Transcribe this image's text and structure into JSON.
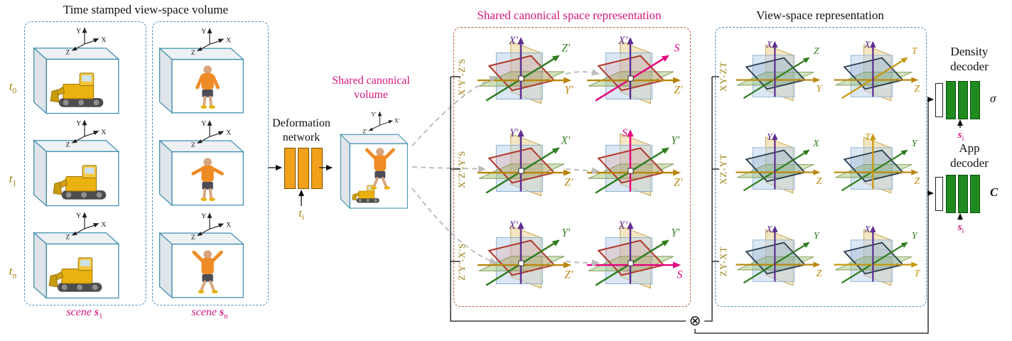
{
  "figure": {
    "left": {
      "title": "Time stamped view-space volume",
      "times": [
        {
          "base": "t",
          "sub": "0"
        },
        {
          "base": "t",
          "sub": "1"
        },
        {
          "base": "t",
          "sub": "n"
        }
      ],
      "scenes": [
        {
          "prefix": "scene",
          "var": "s",
          "sub": "1"
        },
        {
          "prefix": "scene",
          "var": "s",
          "sub": "n"
        }
      ],
      "axis": {
        "x": "X",
        "y": "Y",
        "z": "Z"
      }
    },
    "deformation": {
      "line1": "Deformation",
      "line2": "network",
      "t": {
        "base": "t",
        "sub": "i"
      }
    },
    "canonical_volume": {
      "line1": "Shared canonical",
      "line2": "volume",
      "axis": {
        "x": "X'",
        "y": "Y'",
        "z": "Z'"
      }
    },
    "canonical_rep": {
      "title": "Shared canonical space representation",
      "rows": [
        {
          "label": "X'Y'-Z'S",
          "cells": [
            {
              "up": "X'",
              "diag": "Z'",
              "right": "Y'"
            },
            {
              "up": "X'",
              "diag": "S",
              "right": "Z'"
            }
          ]
        },
        {
          "label": "X'Z'-Y'S",
          "cells": [
            {
              "up": "Y'",
              "diag": "X'",
              "right": "Z'"
            },
            {
              "up": "S",
              "diag": "Y'",
              "right": "Z'"
            }
          ]
        },
        {
          "label": "Z'Y'-X'S",
          "cells": [
            {
              "up": "X'",
              "diag": "Y'",
              "right": "Z'"
            },
            {
              "up": "X'",
              "diag": "Y'",
              "right": "S"
            }
          ]
        }
      ]
    },
    "view_rep": {
      "title": "View-space representation",
      "rows": [
        {
          "label": "XY-ZT",
          "cells": [
            {
              "up": "X",
              "diag": "Z",
              "right": "Y"
            },
            {
              "up": "X",
              "diag": "T",
              "right": "Z"
            }
          ]
        },
        {
          "label": "XZ-YT",
          "cells": [
            {
              "up": "Y",
              "diag": "X",
              "right": "Z"
            },
            {
              "up": "T",
              "diag": "Y",
              "right": "Z"
            }
          ]
        },
        {
          "label": "ZY-XT",
          "cells": [
            {
              "up": "X",
              "diag": "Y",
              "right": "Z"
            },
            {
              "up": "X",
              "diag": "Y",
              "right": "T"
            }
          ]
        }
      ]
    },
    "decoders": {
      "density": {
        "line1": "Density",
        "line2": "decoder",
        "output": "σ"
      },
      "app": {
        "line1": "App",
        "line2": "decoder",
        "output": "C"
      },
      "cond": {
        "base": "s",
        "sub": "i"
      }
    },
    "operator": "⊗",
    "colors": {
      "heading_accent": "#d6187f",
      "time_label": "#a08408",
      "deformation_block": "#f2a11c",
      "decoder_block": "#1f8b1f",
      "axis_up": "#5e2d91",
      "axis_green": "#2e7d1f",
      "axis_olive": "#b8860b",
      "axis_s": "#e6007e",
      "axis_t": "#c8960c",
      "canonical_plane_stroke": "#b03a2e",
      "view_plane_stroke": "#2c3e50",
      "canonical_box_border": "#c05a4a",
      "view_box_border": "#4a90c4"
    }
  }
}
